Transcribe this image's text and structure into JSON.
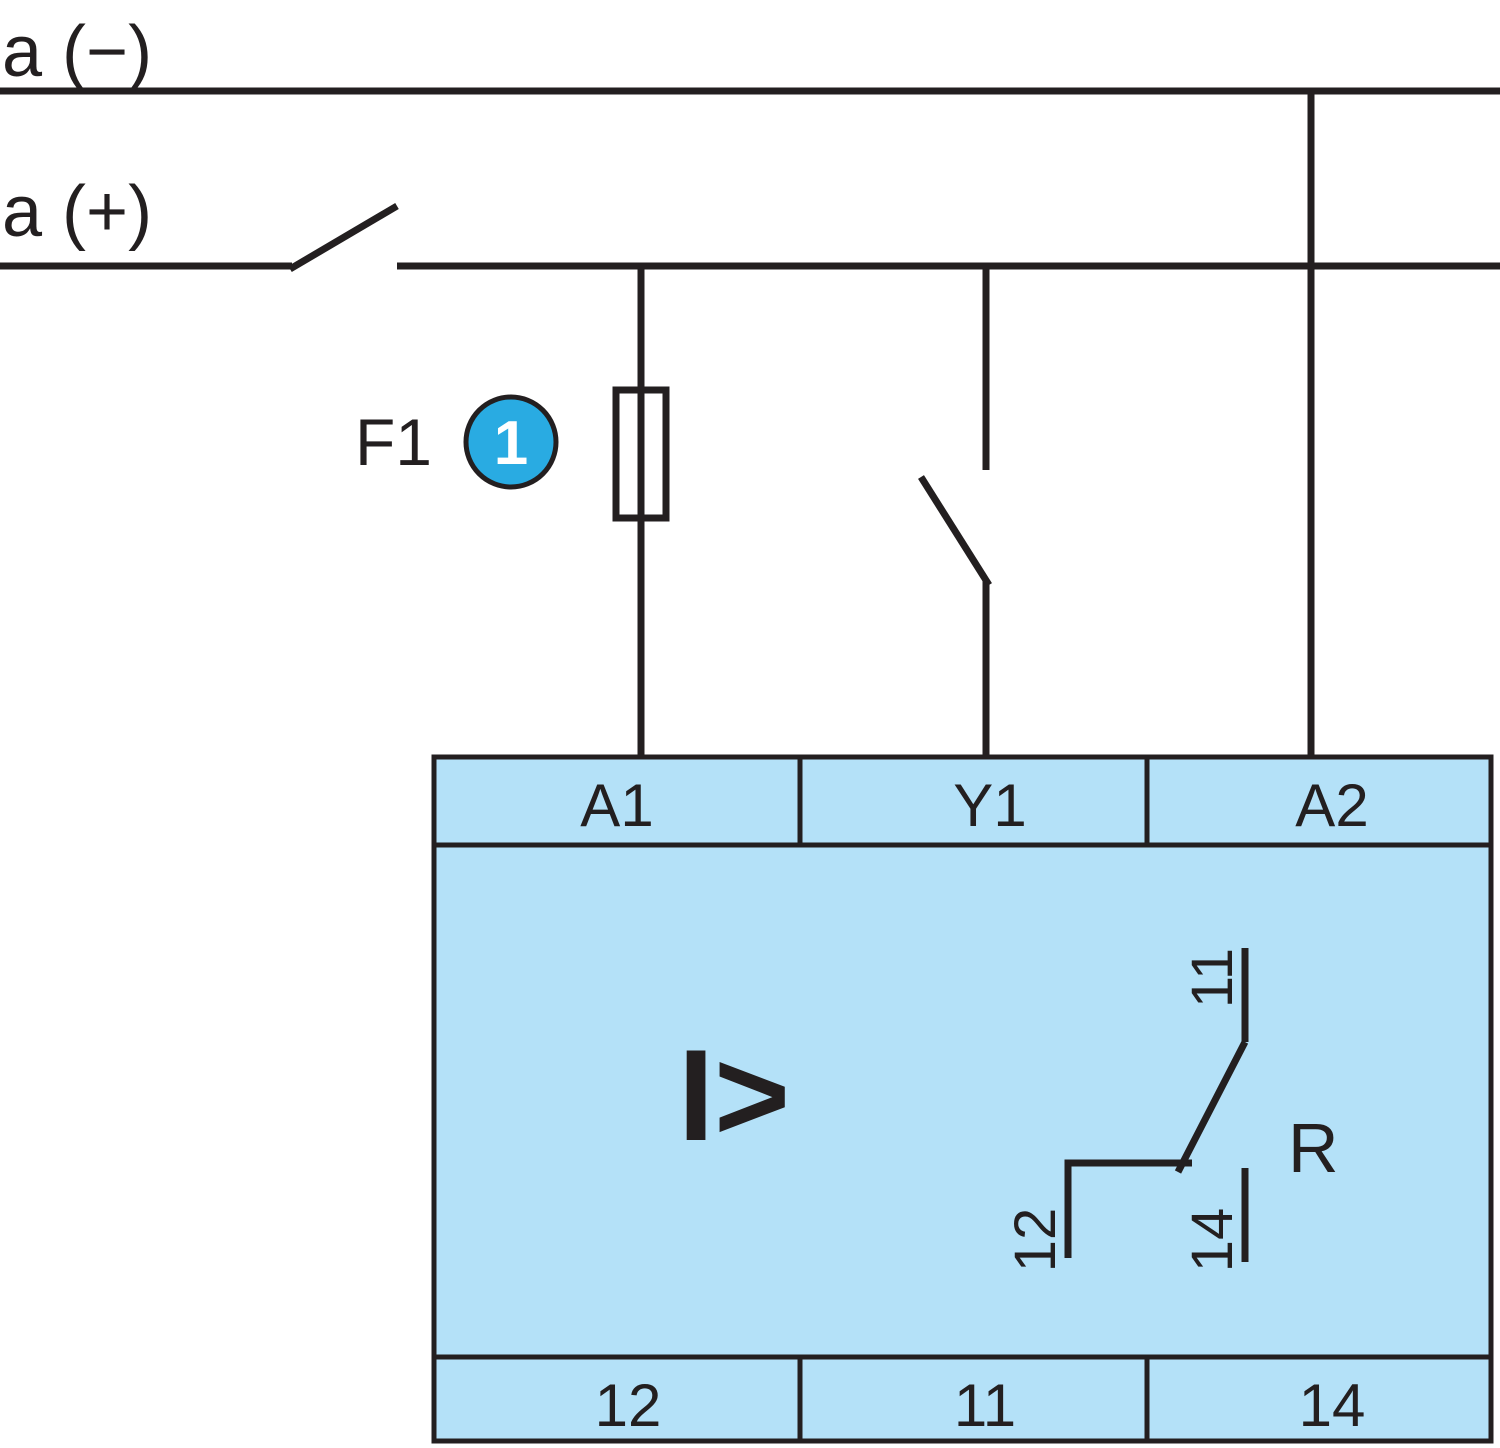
{
  "colors": {
    "line": "#231f20",
    "device_fill": "#b4e1f8",
    "device_stroke": "#231f20",
    "callout_fill": "#29abe2",
    "callout_text": "#ffffff",
    "background": "#ffffff"
  },
  "rails": {
    "negative_label": "a (−)",
    "positive_label": "a (+)"
  },
  "fuse": {
    "label": "F1"
  },
  "callout": {
    "number": "1"
  },
  "relay": {
    "function_symbol": "I>",
    "contact_letter": "R",
    "top_terminals": [
      "A1",
      "Y1",
      "A2"
    ],
    "bottom_terminals": [
      "12",
      "11",
      "14"
    ],
    "contact_terminals": {
      "common": "11",
      "nc": "12",
      "no": "14"
    }
  }
}
